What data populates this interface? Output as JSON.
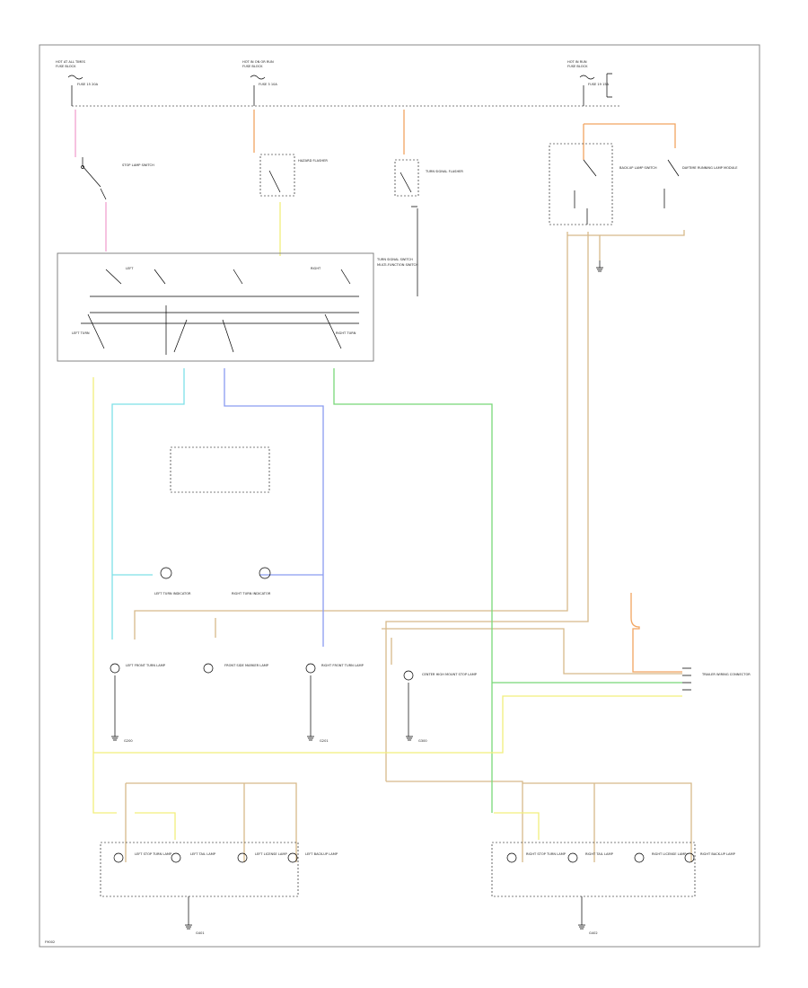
{
  "header_labels": {
    "left": [
      "HOT AT ALL TIMES",
      "FUSE BLOCK",
      "FUSE 15 20A"
    ],
    "center": [
      "HOT IN ON OR RUN",
      "FUSE BLOCK",
      "FUSE 3 10A"
    ],
    "right": [
      "HOT IN RUN",
      "FUSE BLOCK",
      "FUSE 19 15A"
    ]
  },
  "components": {
    "stop_lamp_switch": "STOP LAMP SWITCH",
    "hazard_flasher": "HAZARD FLASHER",
    "turn_signal_flasher": "TURN SIGNAL FLASHER",
    "turn_signal_switch": "TURN SIGNAL SWITCH",
    "multifunction_switch": "MULTI-FUNCTION SWITCH",
    "backup_lamp_switch": "BACK-UP LAMP SWITCH",
    "daytime_running_lamp_module": "DAYTIME RUNNING LAMP MODULE",
    "dash_indicators": [
      "LEFT TURN INDICATOR",
      "RIGHT TURN INDICATOR"
    ],
    "front_lamps": [
      "LEFT FRONT TURN LAMP",
      "FRONT SIDE MARKER LAMP",
      "RIGHT FRONT TURN LAMP"
    ],
    "center_high_mount_stop_lamp": "CENTER HIGH MOUNT STOP LAMP",
    "trailer_connector": "TRAILER WIRING CONNECTOR",
    "left_rear_lamps": [
      "LEFT STOP TURN LAMP",
      "LEFT TAIL LAMP",
      "LEFT LICENSE LAMP",
      "LEFT BACK-UP LAMP"
    ],
    "right_rear_lamps": [
      "RIGHT STOP TURN LAMP",
      "RIGHT TAIL LAMP",
      "RIGHT LICENSE LAMP",
      "RIGHT BACK-UP LAMP"
    ],
    "grounds": [
      "G200",
      "G201",
      "G300",
      "G401",
      "G402"
    ]
  },
  "switch_positions": {
    "left": "LEFT",
    "right": "RIGHT",
    "left_turn": "LEFT TURN",
    "right_turn": "RIGHT TURN"
  },
  "wire_colors": {
    "pink": "#f0a0d0",
    "orange": "#f2a560",
    "tan": "#d7b98a",
    "light_blue": "#7ee0e8",
    "dark_blue": "#8a9cf0",
    "green": "#78d878",
    "yellow": "#f2ef7c",
    "black": "#000000"
  },
  "footer_code": "F9002"
}
